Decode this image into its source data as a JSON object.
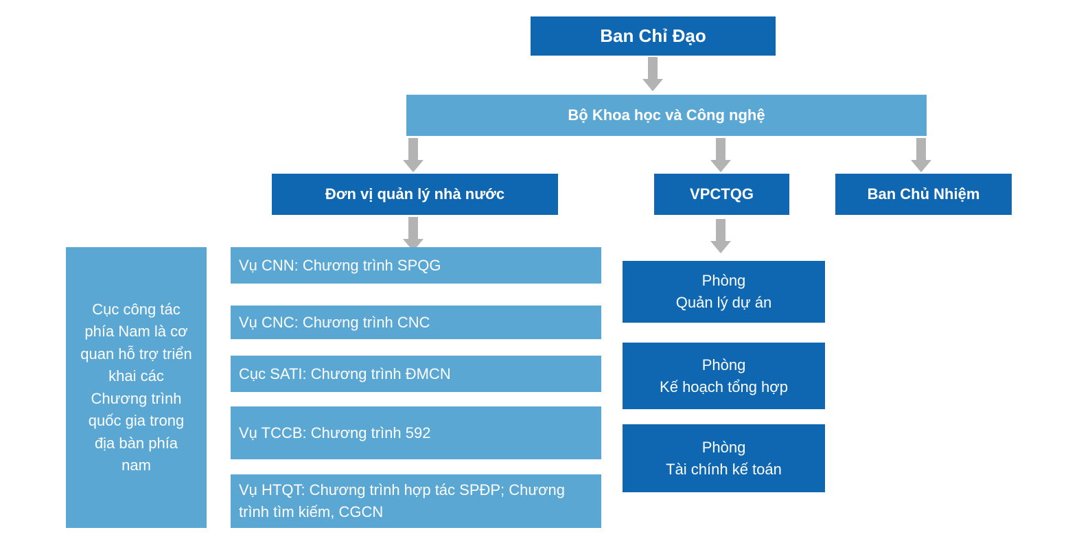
{
  "colors": {
    "dark_blue": "#0f67b1",
    "light_blue": "#5ba7d4",
    "arrow_gray": "#b3b3b3"
  },
  "top": "Ban Chỉ Đạo",
  "ministry": "Bộ Khoa học và Công nghệ",
  "level2": {
    "state_unit": "Đơn vị quản lý nhà nước",
    "office": "VPCTQG",
    "committee": "Ban Chủ Nhiệm"
  },
  "programs": [
    "Vụ CNN: Chương trình SPQG",
    "Vụ CNC: Chương trình CNC",
    "Cục SATI: Chương trình ĐMCN",
    "Vụ TCCB: Chương trình 592",
    "Vụ HTQT: Chương trình hợp tác SPĐP; Chương trình tìm kiếm, CGCN"
  ],
  "south_department": "Cục công tác phía Nam là cơ quan hỗ trợ  triển khai các Chương trình quốc gia trong địa bàn phía nam",
  "rooms": [
    {
      "line1": "Phòng",
      "line2": "Quản lý dự án"
    },
    {
      "line1": "Phòng",
      "line2": "Kế hoạch tổng hợp"
    },
    {
      "line1": "Phòng",
      "line2": "Tài chính kế toán"
    }
  ]
}
